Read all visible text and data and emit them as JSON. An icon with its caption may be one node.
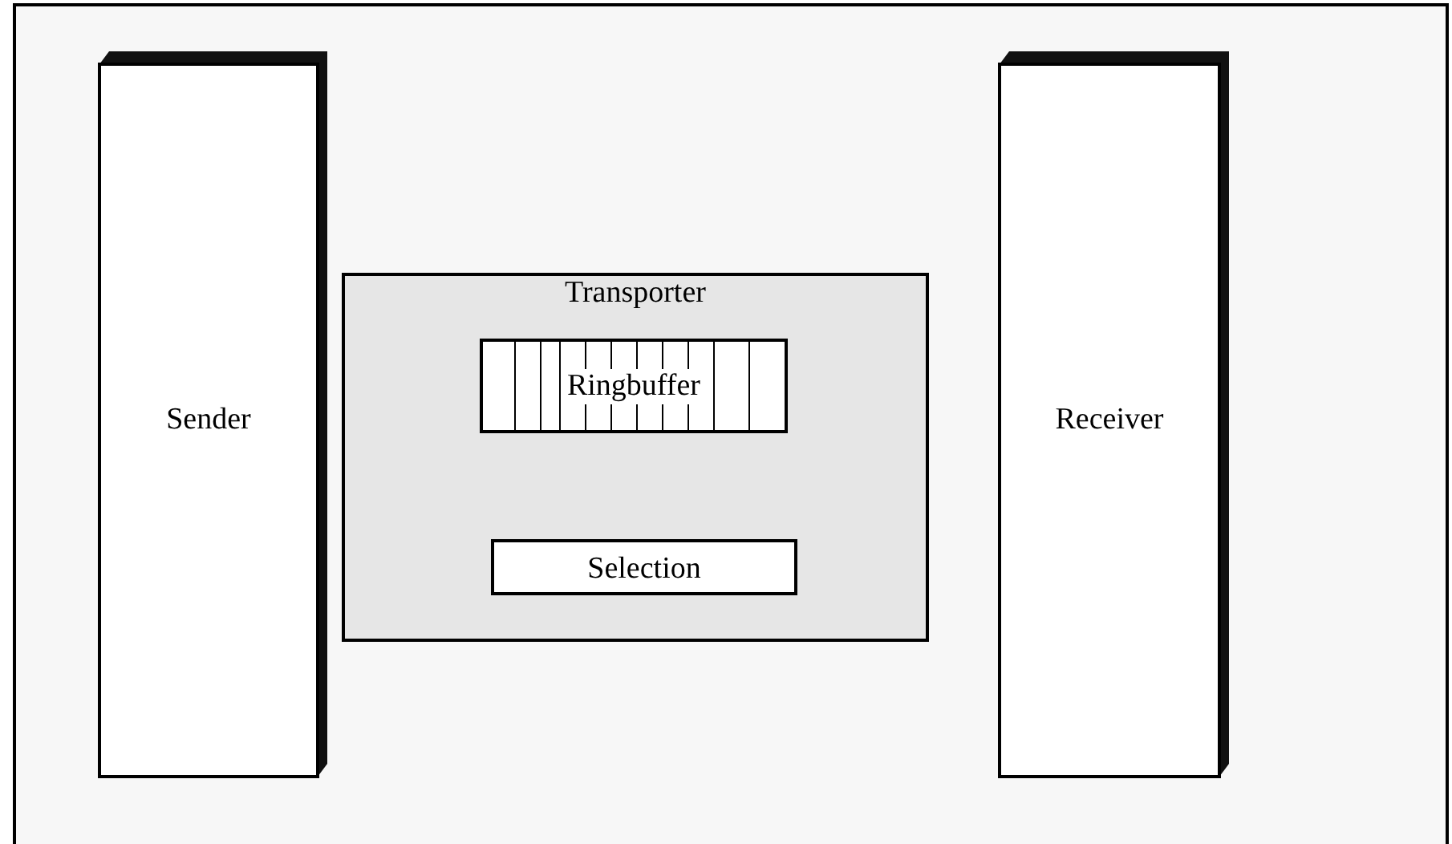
{
  "diagram": {
    "nodes": [
      {
        "text": [
          "Sender"
        ]
      },
      {
        "text": [
          "Transporter"
        ]
      },
      {
        "text": [
          "Ringbuffer"
        ],
        "in": 1
      },
      {
        "text": [
          "Selection"
        ],
        "in": 1
      },
      {
        "text": [
          "Receiver"
        ]
      }
    ]
  }
}
